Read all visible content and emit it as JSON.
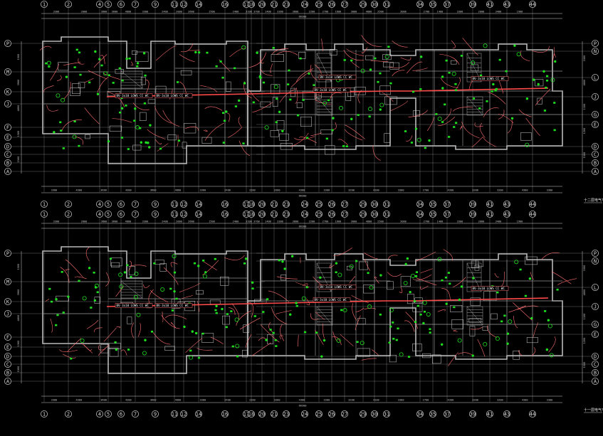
{
  "drawing": {
    "type": "electrical-floor-plan",
    "plans": [
      {
        "column_labels": [
          "1",
          "2",
          "4",
          "5",
          "6",
          "7",
          "9",
          "11",
          "12",
          "14",
          "16",
          "17",
          "18",
          "20",
          "21",
          "23",
          "24",
          "25",
          "26",
          "27",
          "29",
          "30",
          "31",
          "34",
          "35",
          "37",
          "39",
          "41",
          "43",
          "44"
        ],
        "row_labels_left": [
          "P",
          "M",
          "K",
          "J",
          "F",
          "E",
          "D",
          "C",
          "B",
          "A"
        ],
        "row_labels_right": [
          "P",
          "N",
          "L",
          "J",
          "G",
          "E",
          "D",
          "C",
          "B",
          "A"
        ],
        "top_dims": [
          "3300",
          "2000",
          "3800",
          "3600",
          "4800",
          "3300",
          "2400",
          "2000",
          "2600",
          "1500",
          "2400",
          "3100",
          "3700",
          "1400",
          "3300",
          "3800",
          "2200",
          "2700",
          "1600",
          "3000",
          "4800",
          "2500",
          "3000",
          "2700",
          "1400",
          "3300",
          "2000",
          "3400",
          "1900"
        ],
        "bottom_dims": [
          "3300",
          "4300",
          "3600",
          "4300",
          "3600",
          "4800",
          "3300",
          "2400",
          "2200",
          "3300",
          "4300",
          "3300",
          "3200",
          "4100",
          "3300",
          "2700",
          "4300",
          "3300",
          "3200",
          "4300",
          "3300"
        ],
        "overall_dim": "66300",
        "panel_labels": [
          "BV-3x10 LOWS CC WC",
          "BV-3x10 LOWS CC WC",
          "BV-3x10 LOWS CC WC",
          "BV-3x10 LOWS CC WC",
          "BV-3x10 LOWS CC WC"
        ],
        "left_side_dims": [
          "1500",
          "3900",
          "4800",
          "1300",
          "1500"
        ],
        "right_side_dims": [
          "3300",
          "4800",
          "1100",
          "1200",
          "1500"
        ],
        "caption": "十二层电气平面图"
      },
      {
        "column_labels": [
          "1",
          "2",
          "4",
          "5",
          "6",
          "7",
          "9",
          "11",
          "12",
          "14",
          "16",
          "17",
          "18",
          "20",
          "21",
          "23",
          "24",
          "25",
          "26",
          "27",
          "29",
          "30",
          "31",
          "34",
          "35",
          "37",
          "39",
          "41",
          "43",
          "44"
        ],
        "row_labels_left": [
          "P",
          "M",
          "K",
          "J",
          "F",
          "E",
          "D",
          "C",
          "B",
          "A"
        ],
        "row_labels_right": [
          "P",
          "N",
          "L",
          "J",
          "G",
          "E",
          "D",
          "C",
          "B",
          "A"
        ],
        "top_dims": [
          "3300",
          "2000",
          "3800",
          "3600",
          "4800",
          "3300",
          "2400",
          "2000",
          "2600",
          "1500",
          "2400",
          "3100",
          "3700",
          "1400",
          "3300",
          "3800",
          "2200",
          "2700",
          "1600",
          "3000",
          "4800",
          "2500",
          "3000",
          "2700",
          "1400",
          "3300",
          "2000",
          "3400",
          "1900"
        ],
        "bottom_dims": [
          "3300",
          "4300",
          "3600",
          "4300",
          "3600",
          "4800",
          "3300",
          "2400",
          "2200",
          "3300",
          "4300",
          "3300",
          "3200",
          "4100",
          "3300",
          "2700",
          "4300",
          "3300",
          "3200",
          "4300",
          "3300"
        ],
        "overall_dim": "66300",
        "panel_labels": [
          "BV-3x10 LOWS CC WC",
          "BV-3x10 LOWS CC WC",
          "BV-3x10 LOWS CC WC",
          "BV-3x10 LOWS CC WC",
          "BV-3x10 LOWS CC WC"
        ],
        "left_side_dims": [
          "1500",
          "3900",
          "4800",
          "1300",
          "1500"
        ],
        "right_side_dims": [
          "3300",
          "4800",
          "1100",
          "1200",
          "1500"
        ],
        "caption": "十一层电气平面图"
      }
    ],
    "colors": {
      "background": "#000000",
      "walls": "#b9b9b9",
      "wiring": "#ff6f6f",
      "devices": "#1fe01f",
      "axes": "#bfbfbf"
    }
  }
}
